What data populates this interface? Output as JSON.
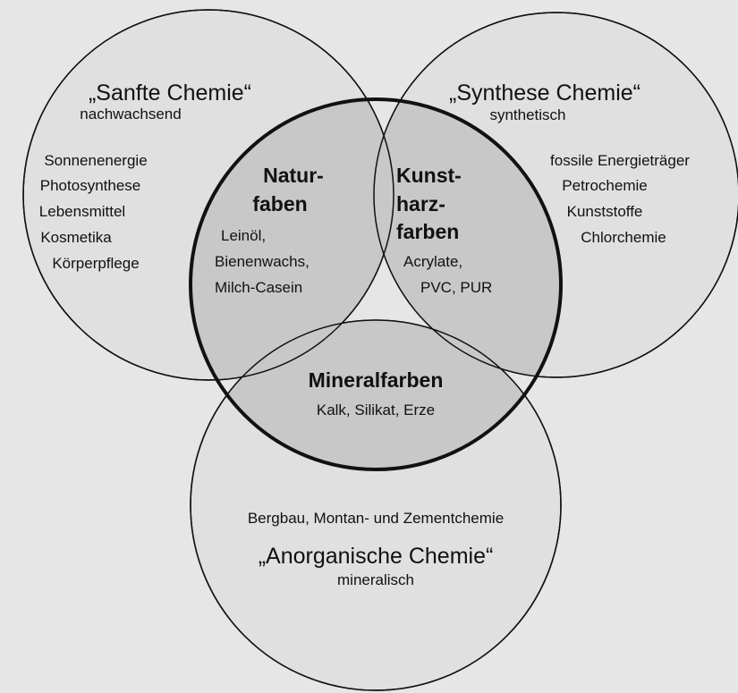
{
  "circles": {
    "sanfte": {
      "title": "„Sanfte Chemie“",
      "subtitle": "nachwachsend",
      "items": [
        "Sonnenenergie",
        "Photosynthese",
        "Lebensmittel",
        "Kosmetika",
        "Körperpflege"
      ]
    },
    "synthese": {
      "title": "„Synthese Chemie“",
      "subtitle": "synthetisch",
      "items": [
        "fossile Energieträger",
        "Petrochemie",
        "Kunststoffe",
        "Chlorchemie"
      ]
    },
    "anorganisch": {
      "title": "„Anorganische Chemie“",
      "subtitle": "mineralisch",
      "items": [
        "Bergbau, Montan- und Zementchemie"
      ]
    }
  },
  "overlaps": {
    "naturfarben": {
      "heading": [
        "Natur-",
        "faben"
      ],
      "items": [
        "Leinöl,",
        "Bienenwachs,",
        "Milch-Casein"
      ]
    },
    "kunstharzfarben": {
      "heading": [
        "Kunst-",
        "harz-",
        "farben"
      ],
      "items": [
        "Acrylate,",
        "PVC, PUR"
      ]
    },
    "mineralfarben": {
      "heading": [
        "Mineralfarben"
      ],
      "items": [
        "Kalk, Silikat, Erze"
      ]
    }
  },
  "colors": {
    "background": "#e6e6e6",
    "circle_fill": "#e0e0e0",
    "overlap_fill": "#c8c8c8",
    "stroke": "#111111"
  }
}
